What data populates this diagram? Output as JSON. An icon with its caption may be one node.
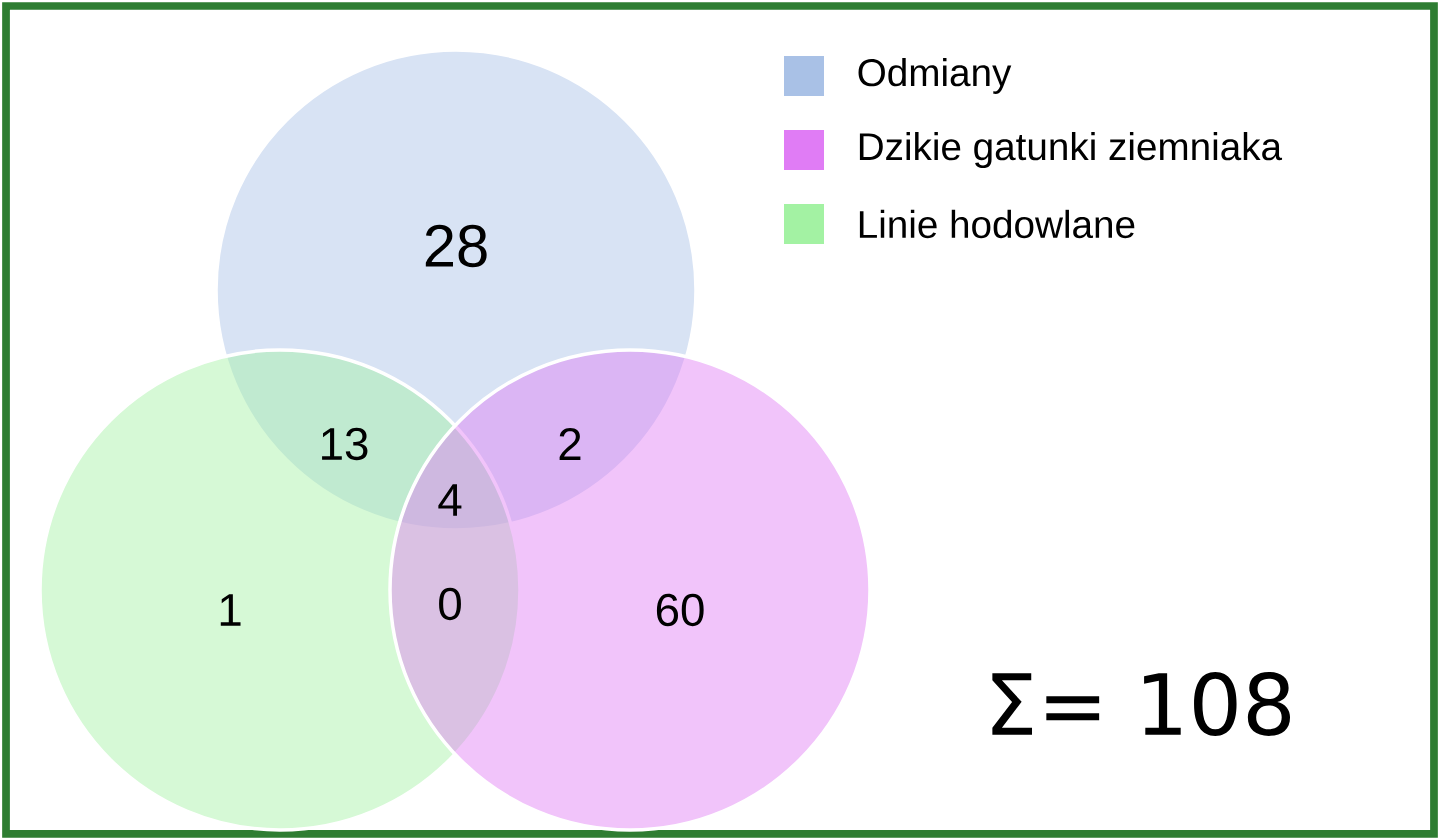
{
  "diagram": {
    "nodes": [
      {
        "text": [],
        "shape": "circle"
      },
      {
        "text": [],
        "shape": "circle"
      },
      {
        "text": [],
        "shape": "circle"
      }
    ],
    "labels": [
      "28",
      "13",
      "2",
      "4",
      "1",
      "0",
      "60",
      "Σ= 108"
    ],
    "legend": [
      {
        "text": "Odmiany",
        "color": "#a9c1e6"
      },
      {
        "text": "Dzikie gatunki ziemniaka",
        "color": "#e07cf5"
      },
      {
        "text": "Linie hodowlane",
        "color": "#a3f2a3"
      }
    ]
  }
}
